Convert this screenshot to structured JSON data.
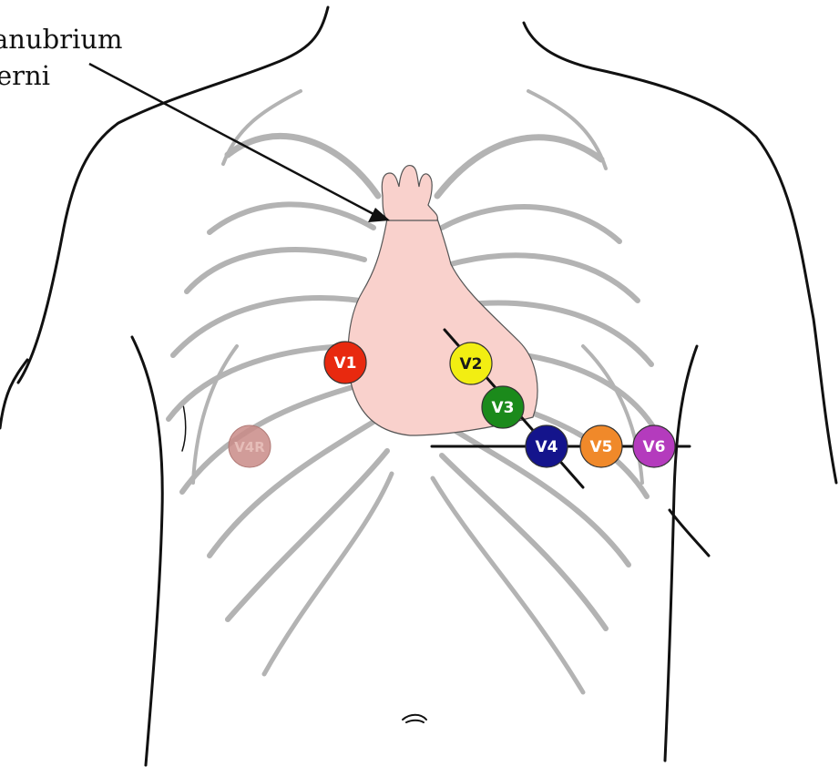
{
  "annotation": {
    "line1": "anubrium",
    "line2": "erni"
  },
  "electrodes": [
    {
      "id": "V1",
      "label": "V1",
      "color": "#e8290f",
      "text_color": "#ffffff"
    },
    {
      "id": "V2",
      "label": "V2",
      "color": "#f2ee12",
      "text_color": "#1a1a1a"
    },
    {
      "id": "V3",
      "label": "V3",
      "color": "#1b8a1b",
      "text_color": "#ffffff"
    },
    {
      "id": "V4",
      "label": "V4",
      "color": "#14148c",
      "text_color": "#ffffff"
    },
    {
      "id": "V5",
      "label": "V5",
      "color": "#f0892a",
      "text_color": "#ffffff"
    },
    {
      "id": "V6",
      "label": "V6",
      "color": "#b43bbd",
      "text_color": "#ffffff"
    },
    {
      "id": "V4R",
      "label": "V4R",
      "color": "#c98b87",
      "text_color": "#e6bdb8"
    }
  ],
  "colors": {
    "sternum": "#f9d1cc",
    "ribs": "#b3b3b3",
    "outline": "#111111"
  }
}
